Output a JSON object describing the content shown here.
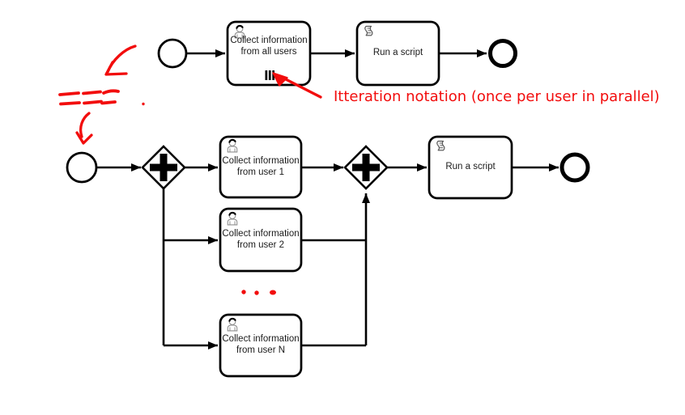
{
  "diagram": {
    "type": "bpmn-process-diagram",
    "tasks": {
      "collect_all": {
        "label": "Collect information from all users"
      },
      "run_script_top": {
        "label": "Run a script"
      },
      "collect_user1": {
        "label": "Collect information from user 1"
      },
      "collect_user2": {
        "label": "Collect information from user 2"
      },
      "collect_userN": {
        "label": "Collect information from user N"
      },
      "run_script_bottom": {
        "label": "Run a script"
      }
    },
    "annotation": {
      "label": "Itteration notation (once per user in parallel)"
    },
    "icons": {
      "user_task_icon": "person-silhouette",
      "script_task_icon": "script-scroll",
      "parallel_gateway_icon": "plus-cross",
      "multi_instance_marker": "three-vertical-bars",
      "ellipsis_marker": "three-red-dots"
    },
    "colors": {
      "shape_stroke": "#000000",
      "shape_fill": "#ffffff",
      "icon_gray": "#8f8f8f",
      "annotation_red": "#f20d0d",
      "label_text": "#1b1b1b"
    }
  }
}
